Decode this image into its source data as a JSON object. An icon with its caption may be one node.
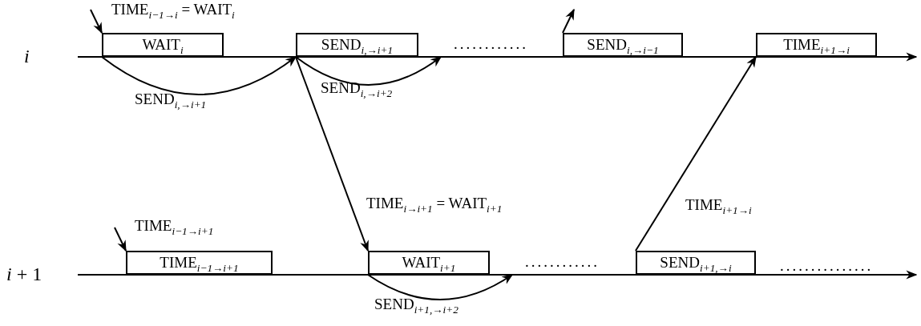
{
  "diagram": {
    "nodes": [
      {
        "text": [
          "WAIT$_{i}$"
        ]
      },
      {
        "text": [
          "SEND$_{i,→i+1}$"
        ]
      },
      {
        "text": [
          "............"
        ]
      },
      {
        "text": [
          "SEND$_{i,→i−1}$"
        ]
      },
      {
        "text": [
          "TIME$_{i+1→i}$"
        ]
      },
      {
        "text": [
          "TIME$_{i−1→i+1}$"
        ]
      },
      {
        "text": [
          "WAIT$_{i+1}$"
        ]
      },
      {
        "text": [
          "............"
        ]
      },
      {
        "text": [
          "SEND$_{i+1,→i}$"
        ]
      }
    ],
    "edges": [
      {
        "from": null,
        "to": 0,
        "arrow": "to",
        "label": "TIME$_{i−1→i}$ = WAIT$_{i}$"
      },
      {
        "from": 0,
        "to": 1,
        "arrow": "to",
        "label": "SEND$_{i,→i+1}$"
      },
      {
        "from": 1,
        "to": 2,
        "arrow": "to",
        "label": "SEND$_{i,→i+2}$"
      },
      {
        "from": 3,
        "to": null,
        "arrow": "to"
      },
      {
        "from": 1,
        "to": 6,
        "arrow": "to",
        "label": "TIME$_{i→i+1}$ = WAIT$_{i+1}$"
      },
      {
        "from": 8,
        "to": 4,
        "arrow": "to",
        "label": "TIME$_{i+1→i}$"
      },
      {
        "from": null,
        "to": 5,
        "arrow": "to",
        "label": "TIME$_{i−1→i+1}$"
      },
      {
        "from": 6,
        "to": 7,
        "arrow": "to",
        "label": "SEND$_{i+1,→i+2}$"
      }
    ],
    "labels": [
      "i",
      "*i* + 1",
      "..............."
    ]
  }
}
